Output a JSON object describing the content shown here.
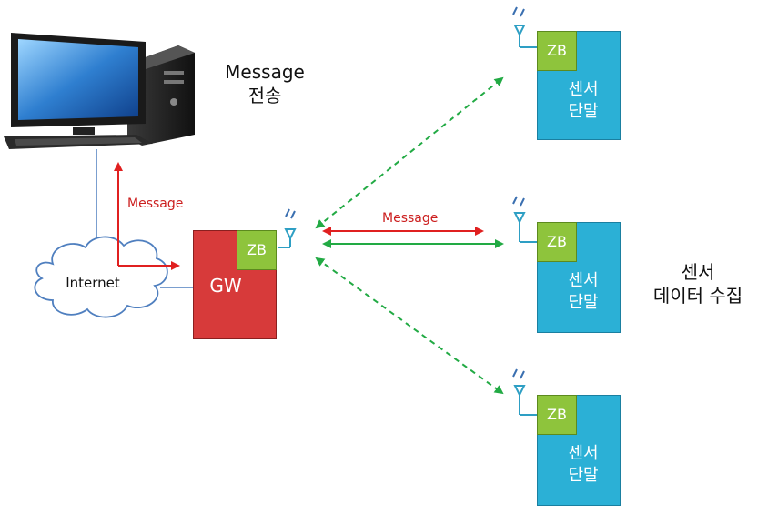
{
  "labels": {
    "message_send": [
      "Message",
      "전송"
    ],
    "sensor_data_collect": [
      "센서",
      "데이터 수집"
    ],
    "internet": "Internet",
    "message_up": "Message",
    "message_link": "Message"
  },
  "gateway": {
    "name": "GW",
    "module": "ZB"
  },
  "sensors": [
    {
      "module": "ZB",
      "name_line1": "센서",
      "name_line2": "단말"
    },
    {
      "module": "ZB",
      "name_line1": "센서",
      "name_line2": "단말"
    },
    {
      "module": "ZB",
      "name_line1": "센서",
      "name_line2": "단말"
    }
  ],
  "colors": {
    "gateway": "#d73a3a",
    "zb_module": "#8ec43c",
    "sensor": "#2bb0d6",
    "wired_link": "#4f7fbf",
    "message_arrow": "#e02020",
    "wireless_link": "#22aa44"
  }
}
